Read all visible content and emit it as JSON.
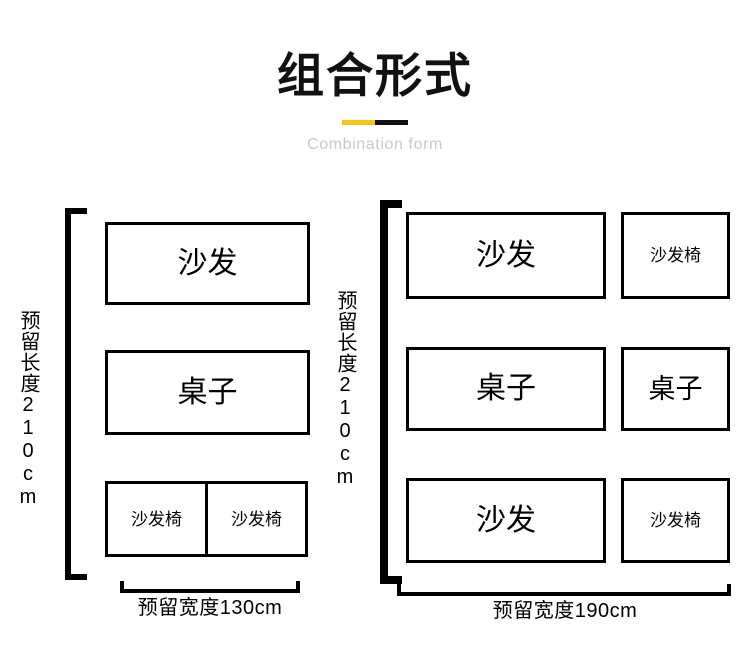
{
  "header": {
    "title": "组合形式",
    "subtitle": "Combination form",
    "divider": {
      "left_color": "#f5c518",
      "right_color": "#111111"
    }
  },
  "colors": {
    "background": "#ffffff",
    "line": "#000000",
    "title": "#111111",
    "subtitle": "#c9c9c9",
    "accent_yellow": "#f5c518"
  },
  "diagrams": [
    {
      "id": "left",
      "height_label": "预留长度210cm",
      "width_label": "预留宽度130cm",
      "rows": [
        {
          "items": [
            {
              "label": "沙发",
              "size": "large"
            }
          ]
        },
        {
          "items": [
            {
              "label": "桌子",
              "size": "large"
            }
          ]
        },
        {
          "items": [
            {
              "label": "沙发椅",
              "size": "small"
            },
            {
              "label": "沙发椅",
              "size": "small"
            }
          ]
        }
      ]
    },
    {
      "id": "right",
      "height_label": "预留长度210cm",
      "width_label": "预留宽度190cm",
      "rows": [
        {
          "items": [
            {
              "label": "沙发",
              "size": "large"
            },
            {
              "label": "沙发椅",
              "size": "small"
            }
          ]
        },
        {
          "items": [
            {
              "label": "桌子",
              "size": "large"
            },
            {
              "label": "桌子",
              "size": "medium"
            }
          ]
        },
        {
          "items": [
            {
              "label": "沙发",
              "size": "large"
            },
            {
              "label": "沙发椅",
              "size": "small"
            }
          ]
        }
      ]
    }
  ]
}
